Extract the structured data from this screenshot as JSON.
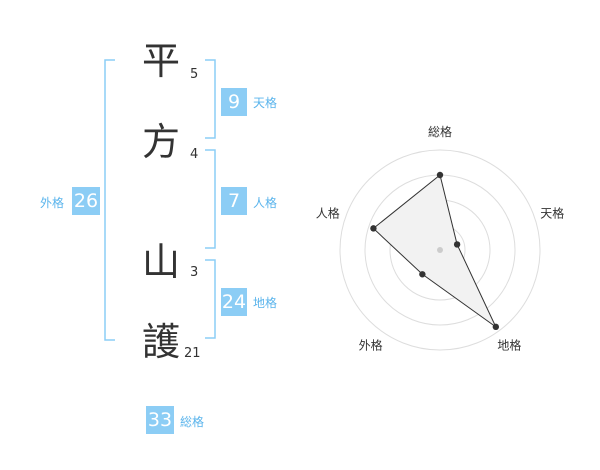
{
  "name": {
    "chars": [
      {
        "kanji": "平",
        "strokes": "5"
      },
      {
        "kanji": "方",
        "strokes": "4"
      },
      {
        "kanji": "山",
        "strokes": "3"
      },
      {
        "kanji": "護",
        "strokes": "21"
      }
    ]
  },
  "fortunes": {
    "tenkaku": {
      "value": "9",
      "label": "天格"
    },
    "jinkaku": {
      "value": "7",
      "label": "人格"
    },
    "chikaku": {
      "value": "24",
      "label": "地格"
    },
    "gaikaku": {
      "value": "26",
      "label": "外格"
    },
    "soukaku": {
      "value": "33",
      "label": "総格"
    }
  },
  "colors": {
    "accent": "#8ccdf5",
    "accent_text": "#5ab4ec",
    "text": "#333333",
    "radar_fill": "#f2f2f2",
    "grid": "#dddddd"
  },
  "chart_data": {
    "type": "radar",
    "axes": [
      "総格",
      "天格",
      "地格",
      "外格",
      "人格"
    ],
    "values": [
      0.75,
      0.18,
      0.95,
      0.3,
      0.7
    ],
    "rlim": [
      0,
      1
    ],
    "rings": 4,
    "grid": true
  }
}
